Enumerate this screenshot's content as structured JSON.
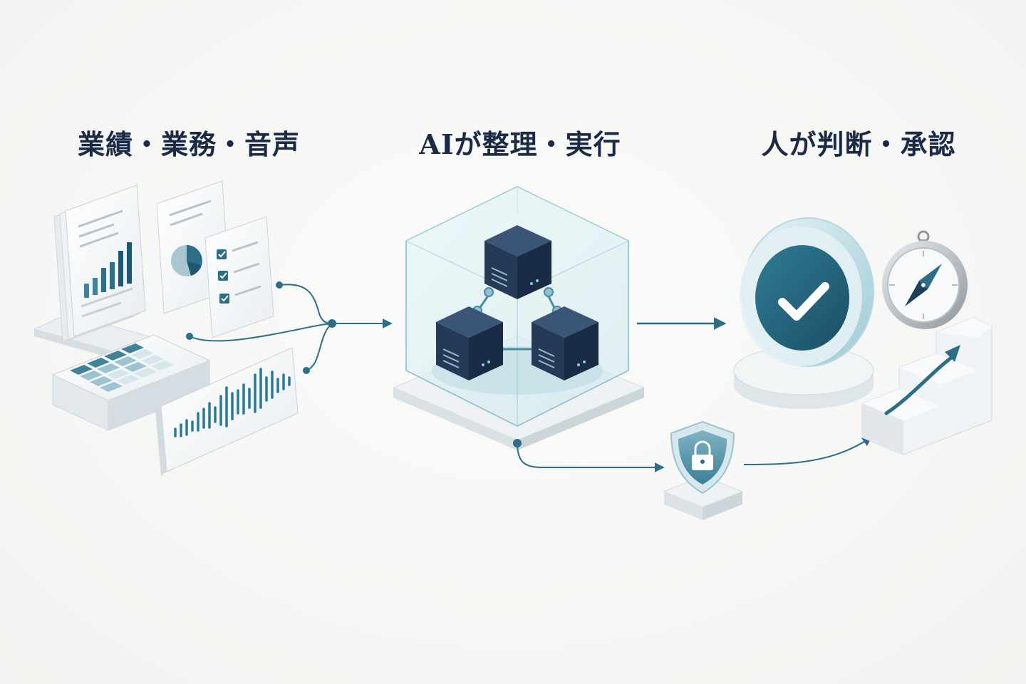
{
  "stages": [
    {
      "id": "input",
      "label": "業績・業務・音声"
    },
    {
      "id": "ai",
      "label": "AIが整理・実行"
    },
    {
      "id": "human",
      "label": "人が判断・承認"
    }
  ],
  "icons": {
    "input": [
      "report-document-icon",
      "pie-chart-document-icon",
      "checklist-icon",
      "spreadsheet-icon",
      "audio-waveform-icon"
    ],
    "ai": [
      "glass-cube-icon",
      "server-node-icon"
    ],
    "human": [
      "checkmark-badge-icon",
      "compass-icon",
      "growth-stairs-icon",
      "security-shield-lock-icon"
    ]
  },
  "colors": {
    "heading": "#1c2b45",
    "accent": "#2b6e86",
    "node_dark": "#243a57",
    "teal_light": "#8fc1cf",
    "surface": "#ffffff"
  }
}
